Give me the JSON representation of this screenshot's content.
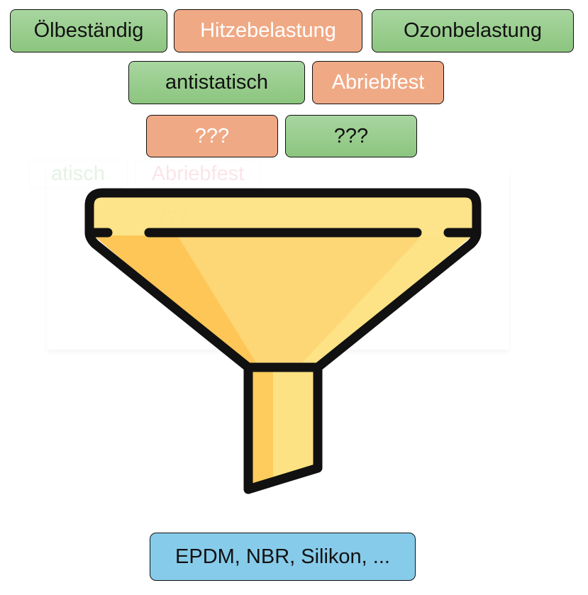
{
  "properties": [
    {
      "label": "Ölbeständig",
      "status": "ok"
    },
    {
      "label": "Hitzebelastung",
      "status": "fail"
    },
    {
      "label": "Ozonbelastung",
      "status": "ok"
    },
    {
      "label": "antistatisch",
      "status": "ok"
    },
    {
      "label": "Abriebfest",
      "status": "fail"
    },
    {
      "label": "???",
      "status": "fail"
    },
    {
      "label": "???",
      "status": "ok"
    }
  ],
  "ghost": {
    "antistatisch": "atisch",
    "abriebfest": "Abriebfest",
    "unknown": "???"
  },
  "result": {
    "label": "EPDM, NBR, Silikon, ..."
  },
  "colors": {
    "ok": "#96cc8a",
    "fail": "#f0a985",
    "result": "#87cbea",
    "funnel": "#fdd56a",
    "outline": "#111111"
  }
}
